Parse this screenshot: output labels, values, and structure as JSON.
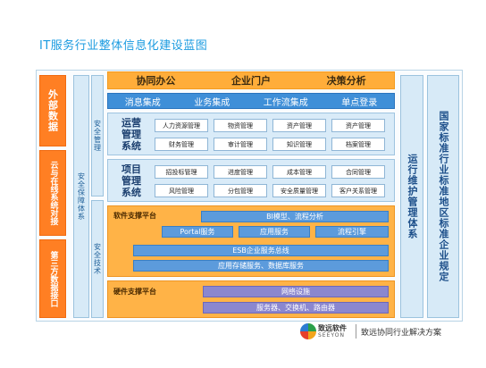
{
  "title": "IT服务行业整体信息化建设蓝图",
  "left": [
    "外部数据",
    "云与在线系统对接",
    "第三方数据接口"
  ],
  "security": {
    "outer": "安全保障体系",
    "mgmt": "安全管理",
    "tech": "安全技术"
  },
  "right": {
    "ops": "运行维护管理体系",
    "standards": "国家标准行业标准地区标准企业规定"
  },
  "top_bar": [
    "协同办公",
    "企业门户",
    "决策分析"
  ],
  "integration_bar": [
    "消息集成",
    "业务集成",
    "工作流集成",
    "单点登录"
  ],
  "ops_panel": {
    "title": [
      "运营",
      "管理",
      "系统"
    ],
    "cells": [
      "人力资源管理",
      "物资管理",
      "资产管理",
      "资产管理",
      "财务管理",
      "审计管理",
      "知识管理",
      "档案管理"
    ]
  },
  "proj_panel": {
    "title": [
      "项目",
      "管理",
      "系统"
    ],
    "cells": [
      "招投标管理",
      "进度管理",
      "成本管理",
      "合同管理",
      "风险管理",
      "分包管理",
      "安全质量管理",
      "客户关系管理"
    ]
  },
  "software_panel": {
    "title": "软件支撑平台",
    "bi": "BI模型、流程分析",
    "portal": "Portal服务",
    "app": "应用服务",
    "flow": "流程引擎",
    "esb": "ESB企业服务总线",
    "storage": "应用存储服务、数据库服务"
  },
  "hardware_panel": {
    "title": "硬件支撑平台",
    "network": "网络设施",
    "servers": "服务器、交换机、路由器"
  },
  "footer": {
    "brand": "致远软件",
    "brand_en": "SEEYON",
    "slogan": "致远协同行业解决方案"
  }
}
